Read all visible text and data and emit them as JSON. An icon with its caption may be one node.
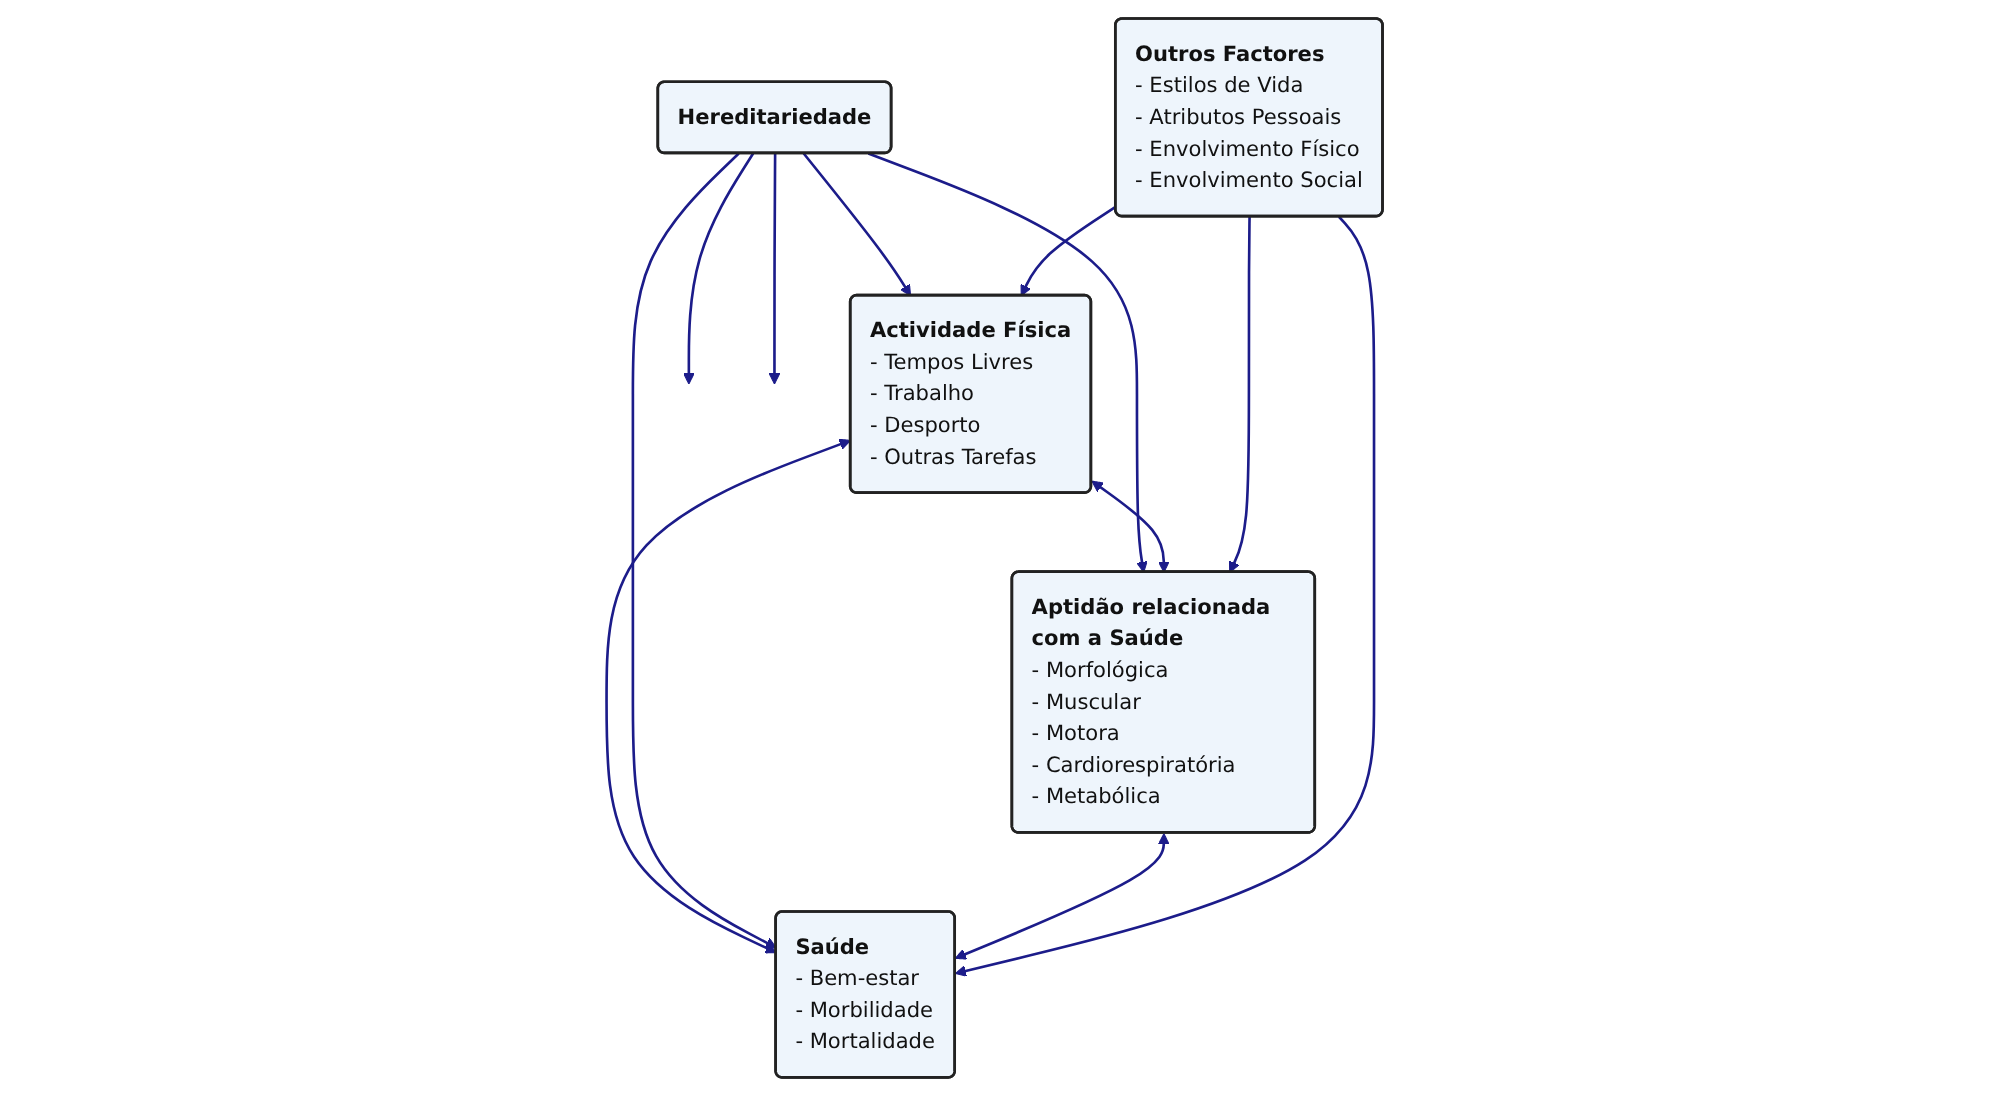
{
  "diagram": {
    "nodes": [
      {
        "text": [
          "Hereditariedade"
        ]
      },
      {
        "text": [
          "Actividade Física",
          "- Tempos Livres",
          "- Trabalho",
          "- Desporto",
          "- Outras Tarefas"
        ]
      },
      {
        "text": [
          "Aptidão relacionada com a Saúde",
          "- Morfológica",
          "- Muscular",
          "- Motora",
          "- Cardiorespiratória",
          "- Metabólica"
        ]
      },
      {
        "text": [
          "Saúde",
          "- Bem-estar",
          "- Morbilidade",
          "- Mortalidade"
        ]
      },
      {
        "text": [
          "Outros Factores",
          "- Estilos de Vida",
          "- Atributos Pessoais",
          "- Envolvimento Físico",
          "- Envolvimento Social"
        ]
      }
    ],
    "edges": [
      {
        "from": 1,
        "to": 3,
        "arrow": "both"
      },
      {
        "from": 0,
        "to": 1,
        "arrow": "to"
      },
      {
        "from": 0,
        "to": 2,
        "arrow": "to"
      },
      {
        "from": 0,
        "to": 3,
        "arrow": "to"
      },
      {
        "from": 0,
        "to": null,
        "arrow": "to"
      },
      {
        "from": 0,
        "to": null,
        "arrow": "to"
      },
      {
        "from": 1,
        "to": 2,
        "arrow": "both"
      },
      {
        "from": 2,
        "to": 3,
        "arrow": "both"
      },
      {
        "from": 4,
        "to": 1,
        "arrow": "to"
      },
      {
        "from": 4,
        "to": 2,
        "arrow": "to"
      },
      {
        "from": 4,
        "to": 3,
        "arrow": "to"
      }
    ]
  }
}
